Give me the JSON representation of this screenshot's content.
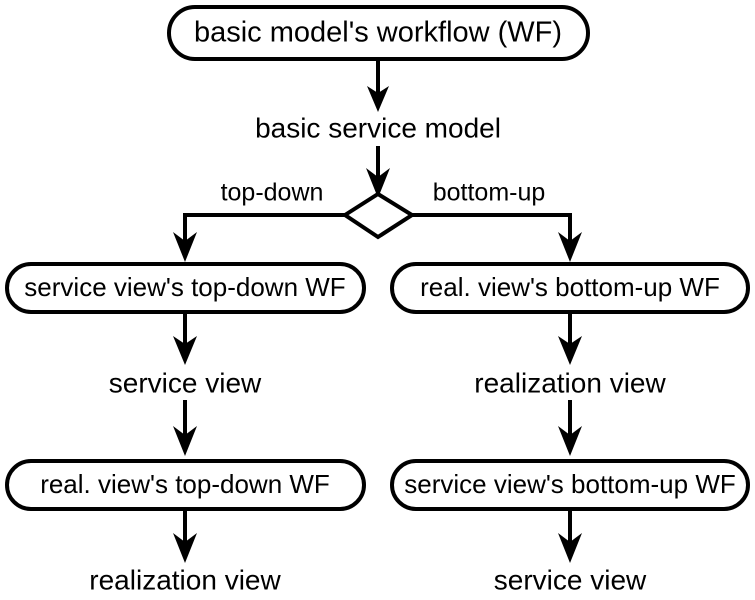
{
  "diagram": {
    "type": "flowchart",
    "title": "basic model's workflow (WF)",
    "background_color": "#ffffff",
    "stroke_color": "#000000",
    "nodes": {
      "root_workflow": {
        "label": "basic model's workflow (WF)",
        "shape": "stadium"
      },
      "basic_service_model": {
        "label": "basic service model",
        "shape": "plain-text"
      },
      "decision": {
        "label": "",
        "shape": "diamond"
      },
      "service_view_top_down_wf": {
        "label": "service view's top-down WF",
        "shape": "stadium"
      },
      "real_view_bottom_up_wf": {
        "label": "real. view's bottom-up WF",
        "shape": "stadium"
      },
      "service_view_left": {
        "label": "service view",
        "shape": "plain-text"
      },
      "realization_view_right": {
        "label": "realization view",
        "shape": "plain-text"
      },
      "real_view_top_down_wf": {
        "label": "real. view's top-down WF",
        "shape": "stadium"
      },
      "service_view_bottom_up_wf": {
        "label": "service view's bottom-up WF",
        "shape": "stadium"
      },
      "realization_view_bottom_left": {
        "label": "realization view",
        "shape": "plain-text"
      },
      "service_view_bottom_right": {
        "label": "service view",
        "shape": "plain-text"
      }
    },
    "edge_labels": {
      "left_branch": "top-down",
      "right_branch": "bottom-up"
    },
    "flow": {
      "left_column": [
        "service view's top-down WF",
        "service view",
        "real. view's top-down WF",
        "realization view"
      ],
      "right_column": [
        "real. view's bottom-up WF",
        "realization view",
        "service view's bottom-up WF",
        "service view"
      ]
    }
  }
}
